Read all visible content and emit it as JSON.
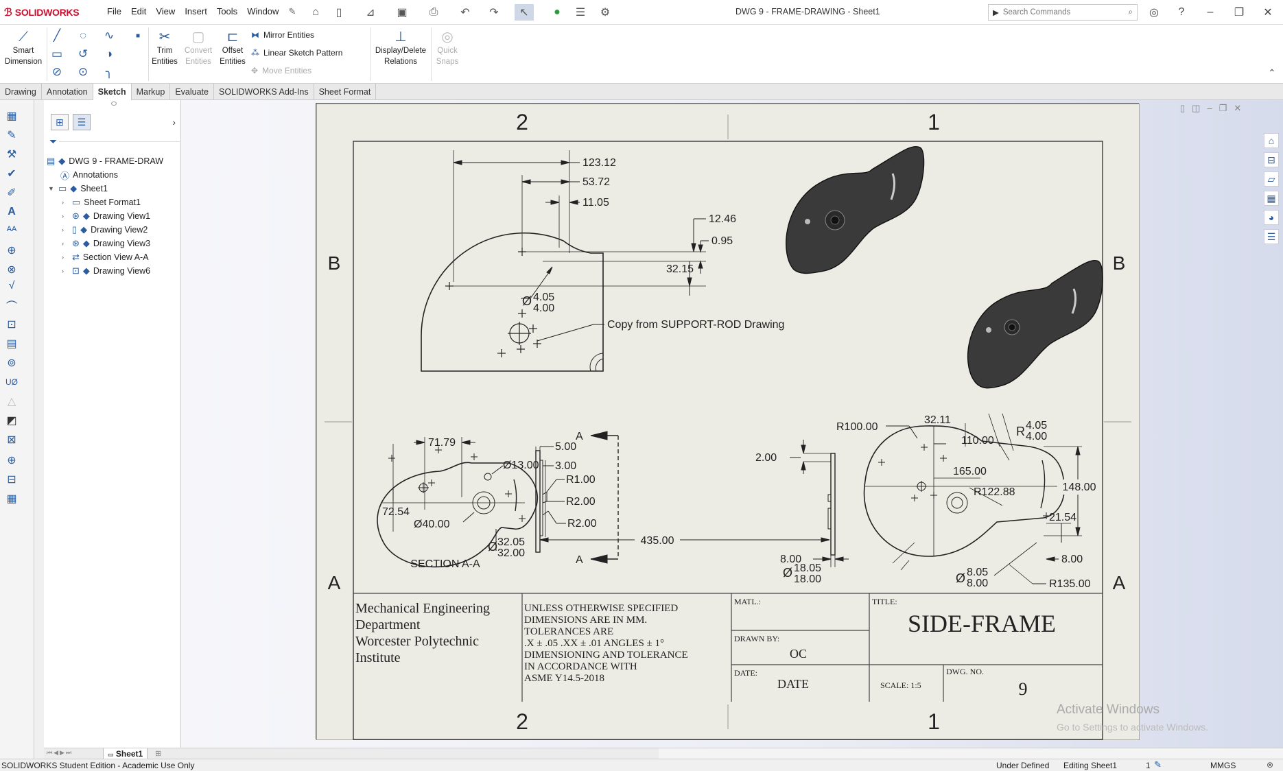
{
  "app": {
    "name": "SOLIDWORKS",
    "doc_title": "DWG 9 - FRAME-DRAWING - Sheet1"
  },
  "menu": [
    "File",
    "Edit",
    "View",
    "Insert",
    "Tools",
    "Window"
  ],
  "search": {
    "placeholder": "Search Commands"
  },
  "ribbon": {
    "smart_dimension": [
      "Smart",
      "Dimension"
    ],
    "trim": [
      "Trim",
      "Entities"
    ],
    "convert": [
      "Convert",
      "Entities"
    ],
    "offset": [
      "Offset",
      "Entities"
    ],
    "mirror": "Mirror Entities",
    "linear_pattern": "Linear Sketch Pattern",
    "move": "Move Entities",
    "display_delete": [
      "Display/Delete",
      "Relations"
    ],
    "quick_snaps": [
      "Quick",
      "Snaps"
    ]
  },
  "tabs": [
    "Drawing",
    "Annotation",
    "Sketch",
    "Markup",
    "Evaluate",
    "SOLIDWORKS Add-Ins",
    "Sheet Format"
  ],
  "active_tab": "Sketch",
  "tree": {
    "root": "DWG 9 - FRAME-DRAW",
    "items": [
      "Annotations",
      "Sheet1",
      "Sheet Format1",
      "Drawing View1",
      "Drawing View2",
      "Drawing View3",
      "Section View A-A",
      "Drawing View6"
    ]
  },
  "drawing": {
    "zone_cols": [
      "2",
      "1"
    ],
    "zone_rows": [
      "B",
      "A"
    ],
    "dims_top": [
      "123.12",
      "53.72",
      "11.05",
      "12.46",
      "0.95",
      "32.15",
      "Ø",
      "4.05",
      "4.00"
    ],
    "copy_note": "Copy from SUPPORT-ROD Drawing",
    "section_view": {
      "label": "SECTION A-A",
      "dims": [
        "71.79",
        "Ø13.00",
        "72.54",
        "Ø40.00",
        "Ø",
        "32.05",
        "32.00"
      ]
    },
    "side_view": {
      "section_mark": "A",
      "dims": [
        "5.00",
        "3.00",
        "R1.00",
        "R2.00",
        "R2.00",
        "435.00"
      ]
    },
    "edge_view": {
      "dims": [
        "2.00",
        "8.00"
      ]
    },
    "right_view": {
      "dims": [
        "R100.00",
        "32.11",
        "R",
        "4.05",
        "4.00",
        "110.00",
        "165.00",
        "R122.88",
        "148.00",
        "21.54",
        "8.00",
        "Ø",
        "18.05",
        "18.00",
        "Ø",
        "8.05",
        "8.00",
        "R135.00"
      ]
    },
    "title_block": {
      "dept": [
        "Mechanical Engineering",
        "Department",
        "Worcester Polytechnic",
        "Institute"
      ],
      "tolerance_note": [
        "UNLESS OTHERWISE SPECIFIED",
        "DIMENSIONS ARE IN MM.",
        "TOLERANCES ARE",
        ".X ± .05 .XX ± .01 ANGLES ± 1°",
        "DIMENSIONING AND TOLERANCE",
        "IN ACCORDANCE WITH",
        "ASME Y14.5-2018"
      ],
      "matl_label": "MATL.:",
      "drawn_by_label": "DRAWN BY:",
      "drawn_by": "OC",
      "date_label": "DATE:",
      "date": "DATE",
      "title_label": "TITLE:",
      "title": "SIDE-FRAME",
      "scale": "SCALE: 1:5",
      "dwg_no_label": "DWG. NO.",
      "dwg_no": "9"
    }
  },
  "watermark": {
    "line1": "Activate Windows",
    "line2": "Go to Settings to activate Windows."
  },
  "sheet_tab": "Sheet1",
  "status": {
    "left": "SOLIDWORKS Student Edition - Academic Use Only",
    "definition": "Under Defined",
    "editing": "Editing Sheet1",
    "count": "1",
    "units": "MMGS"
  }
}
